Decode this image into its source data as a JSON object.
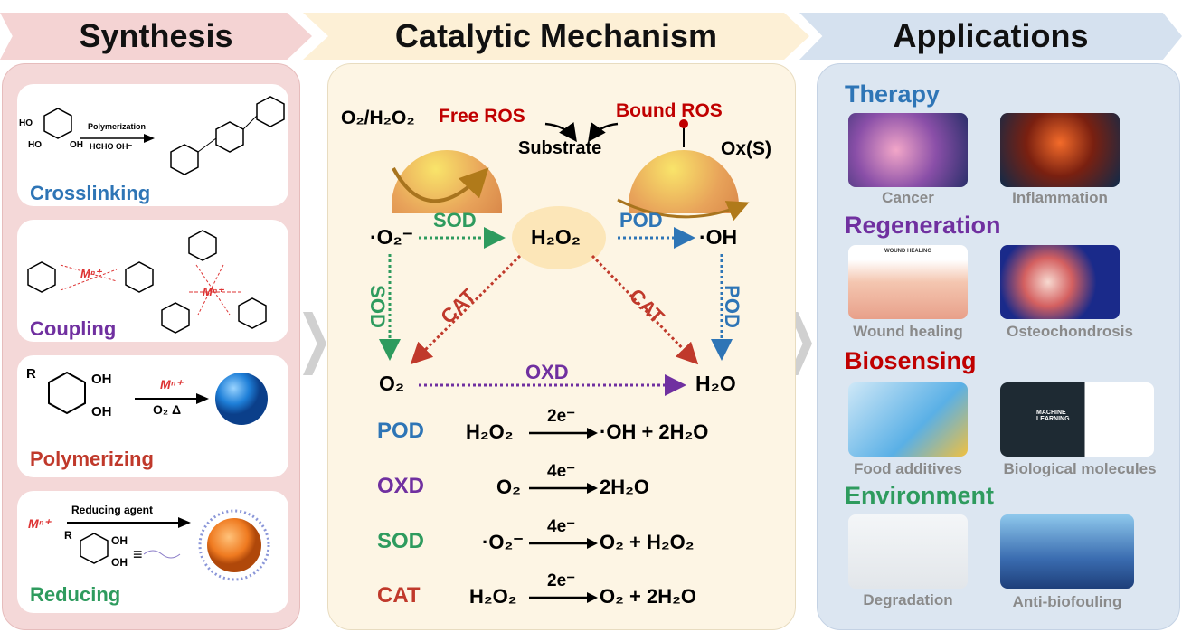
{
  "headers": {
    "synthesis": "Synthesis",
    "mechanism": "Catalytic Mechanism",
    "applications": "Applications"
  },
  "synthesis": {
    "crosslinking": {
      "label": "Crosslinking",
      "arrow_top": "Polymerization",
      "arrow_bottom": "HCHO  OH⁻",
      "groups": [
        "HO",
        "HO",
        "OH"
      ]
    },
    "coupling": {
      "label": "Coupling",
      "metal": "Mⁿ⁺"
    },
    "polymerizing": {
      "label": "Polymerizing",
      "metal": "Mⁿ⁺",
      "arrow_bottom": "O₂   Δ",
      "groups": [
        "R",
        "OH",
        "OH"
      ]
    },
    "reducing": {
      "label": "Reducing",
      "metal": "Mⁿ⁺",
      "arrow_top": "Reducing agent",
      "groups": [
        "R",
        "OH",
        "OH"
      ]
    }
  },
  "mechanism": {
    "top": {
      "reactant": "O₂/H₂O₂",
      "free_ros": "Free ROS",
      "bound_ros": "Bound ROS",
      "substrate": "Substrate",
      "product": "Ox(S)"
    },
    "nodes": {
      "superoxide": "·O₂⁻",
      "h2o2": "H₂O₂",
      "oh": "·OH",
      "o2": "O₂",
      "h2o": "H₂O"
    },
    "edges": {
      "sod_top": "SOD",
      "pod_top": "POD",
      "sod_left": "SOD",
      "cat_left": "CAT",
      "cat_right": "CAT",
      "pod_right": "POD",
      "oxd": "OXD"
    },
    "equations": [
      {
        "enzyme": "POD",
        "reactant": "H₂O₂",
        "electrons": "2e⁻",
        "products": "·OH + 2H₂O",
        "color": "#2e75b6"
      },
      {
        "enzyme": "OXD",
        "reactant": "O₂",
        "electrons": "4e⁻",
        "products": "2H₂O",
        "color": "#7030a0"
      },
      {
        "enzyme": "SOD",
        "reactant": "·O₂⁻",
        "electrons": "4e⁻",
        "products": "O₂ + H₂O₂",
        "color": "#2e9b5e"
      },
      {
        "enzyme": "CAT",
        "reactant": "H₂O₂",
        "electrons": "2e⁻",
        "products": "O₂ + 2H₂O",
        "color": "#c0392b"
      }
    ]
  },
  "applications": {
    "therapy": {
      "title": "Therapy",
      "items": [
        "Cancer",
        "Inflammation"
      ]
    },
    "regeneration": {
      "title": "Regeneration",
      "items": [
        "Wound healing",
        "Osteochondrosis"
      ]
    },
    "biosensing": {
      "title": "Biosensing",
      "items": [
        "Food additives",
        "Biological molecules"
      ]
    },
    "environment": {
      "title": "Environment",
      "items": [
        "Degradation",
        "Anti-biofouling"
      ]
    },
    "image_texts": {
      "wound": "WOUND HEALING",
      "ml": "MACHINE LEARNING"
    }
  },
  "colors": {
    "blue": "#2e75b6",
    "purple": "#7030a0",
    "red": "#c0392b",
    "green": "#2e9b5e",
    "darkred": "#c00000"
  }
}
